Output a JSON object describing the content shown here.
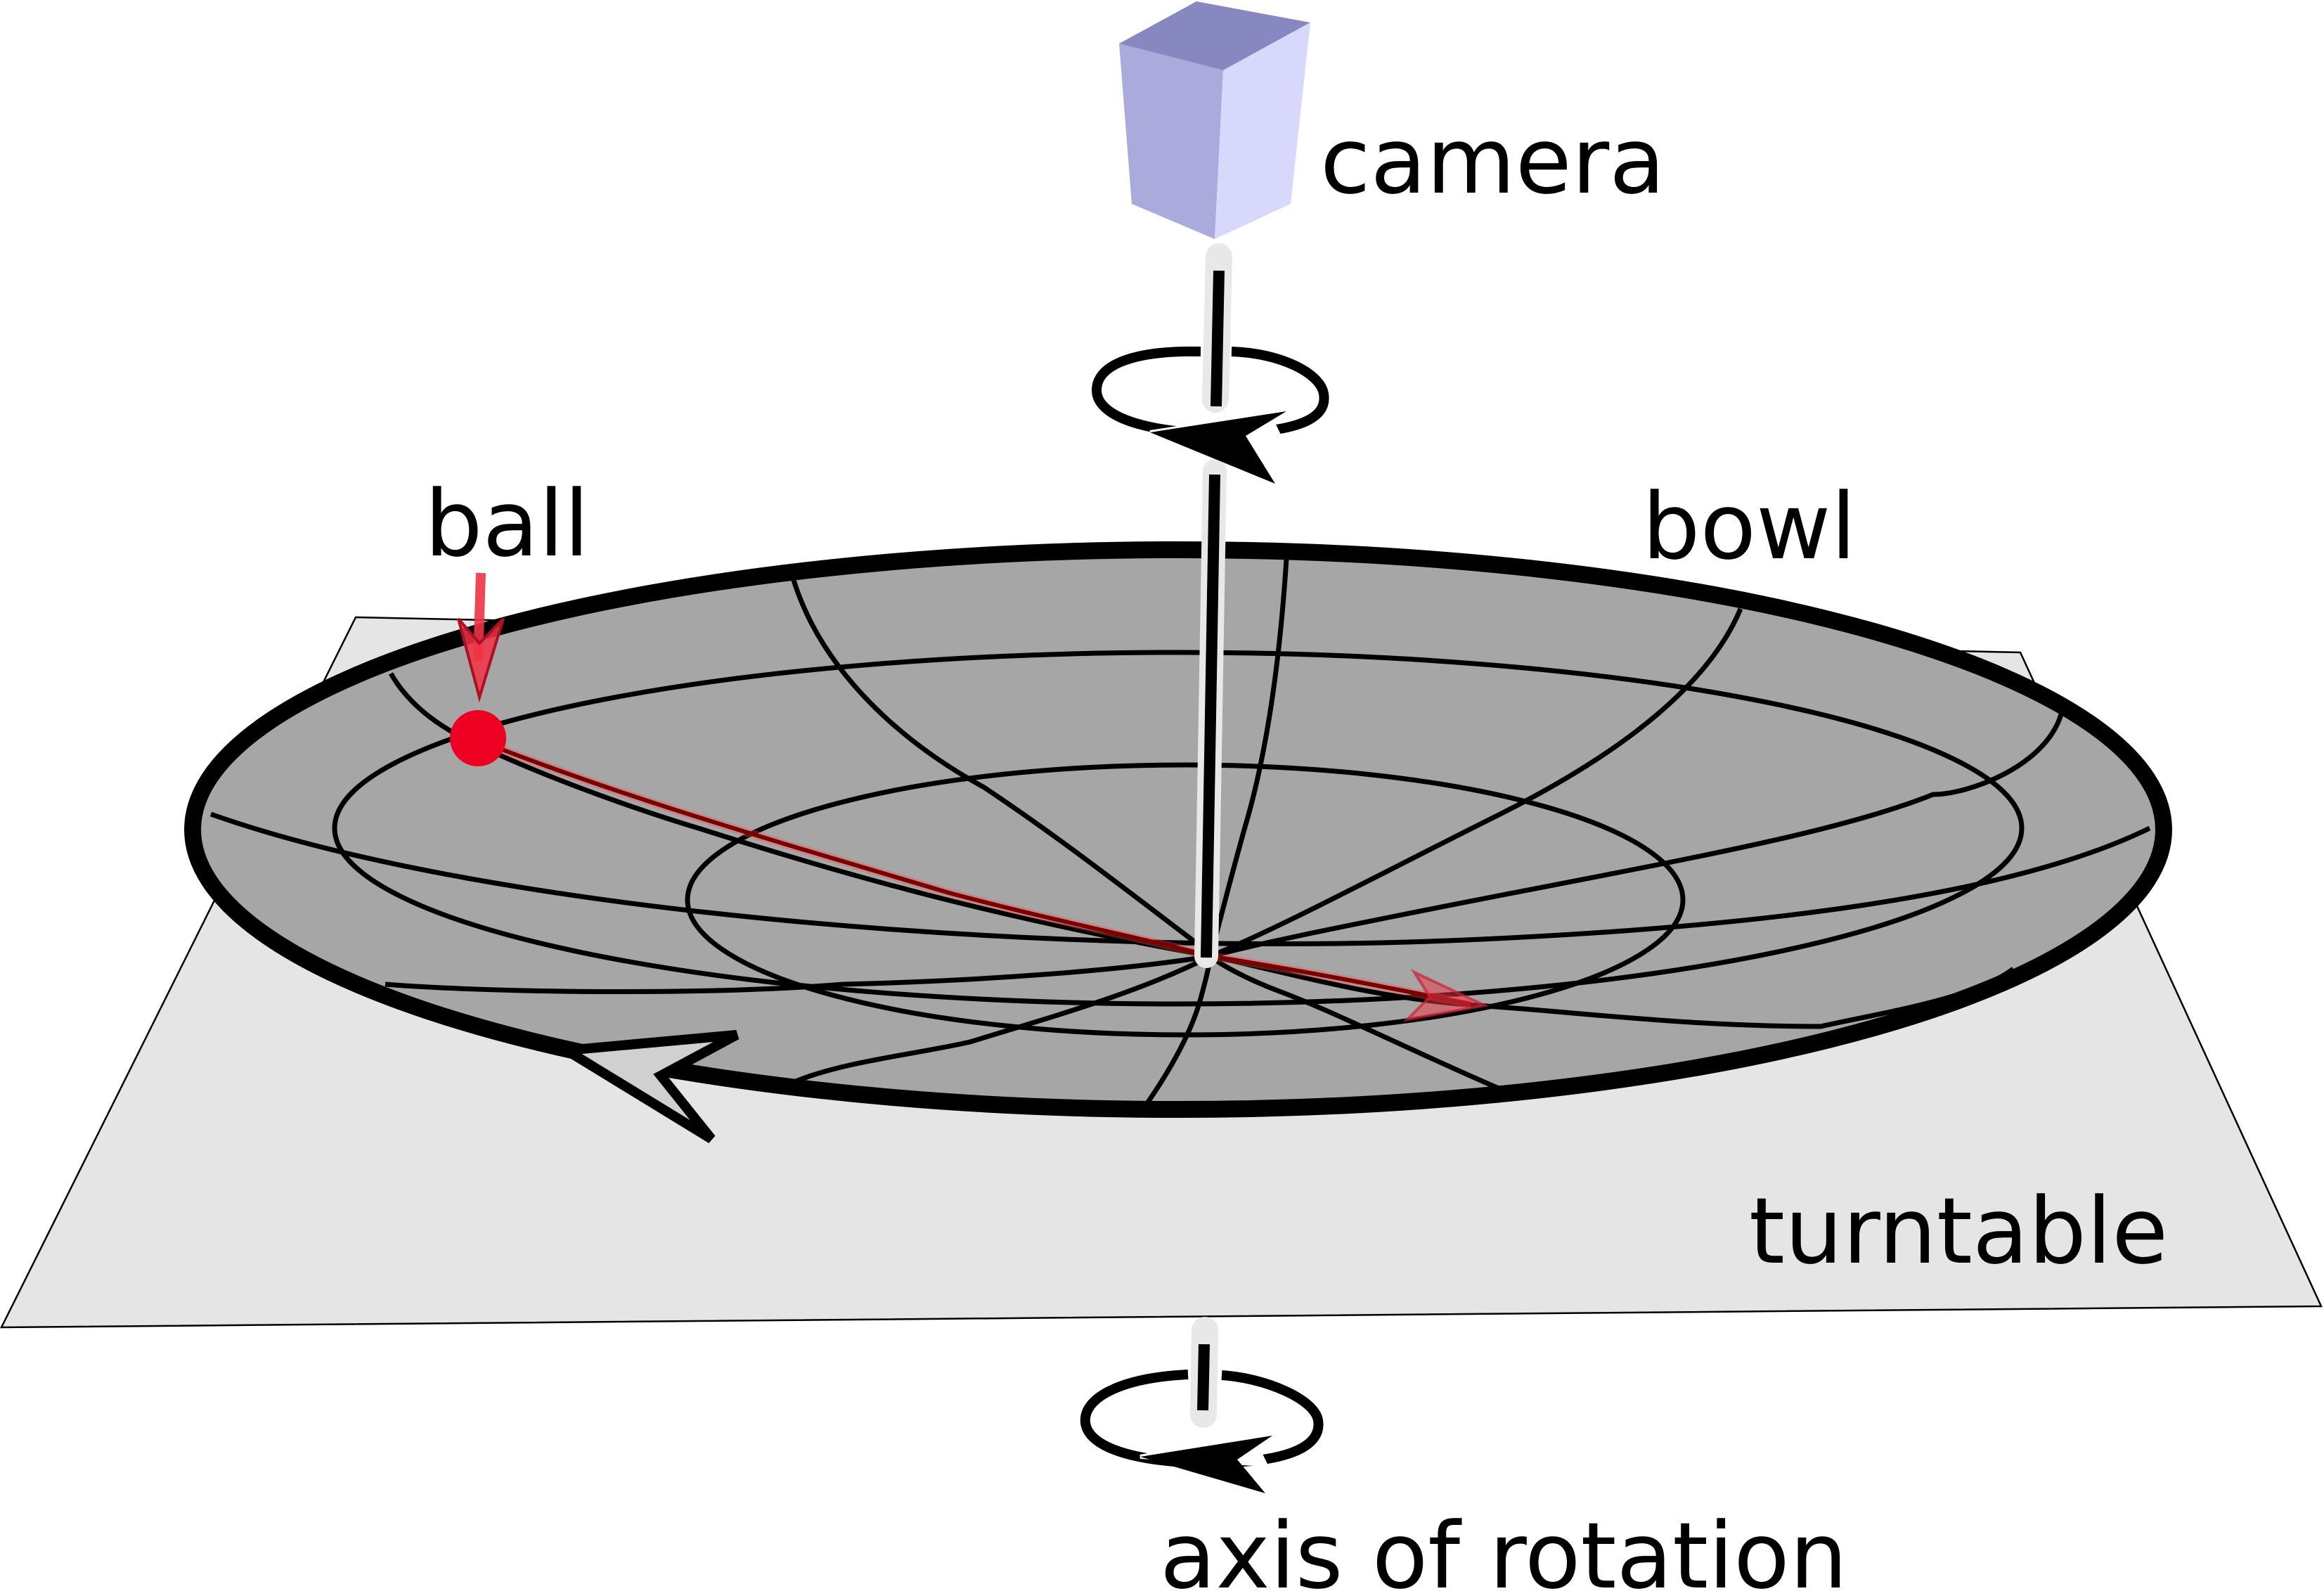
{
  "labels": {
    "camera": "camera",
    "ball": "ball",
    "bowl": "bowl",
    "turntable": "turntable",
    "axis": "axis of rotation"
  },
  "colors": {
    "turntable": "#e5e5e5",
    "bowl": "#a6a6a6",
    "ball": "#ee0022",
    "ball_arrow": "#ee3344",
    "trajectory": "#7a0000",
    "camera_top": "#8888c0",
    "camera_left": "#aaaadd",
    "camera_right": "#d8d8fc",
    "axis_halo": "#e8e8e8"
  },
  "icons": {
    "camera": "camera-cube-icon",
    "rotation": "rotation-arrow-icon"
  }
}
